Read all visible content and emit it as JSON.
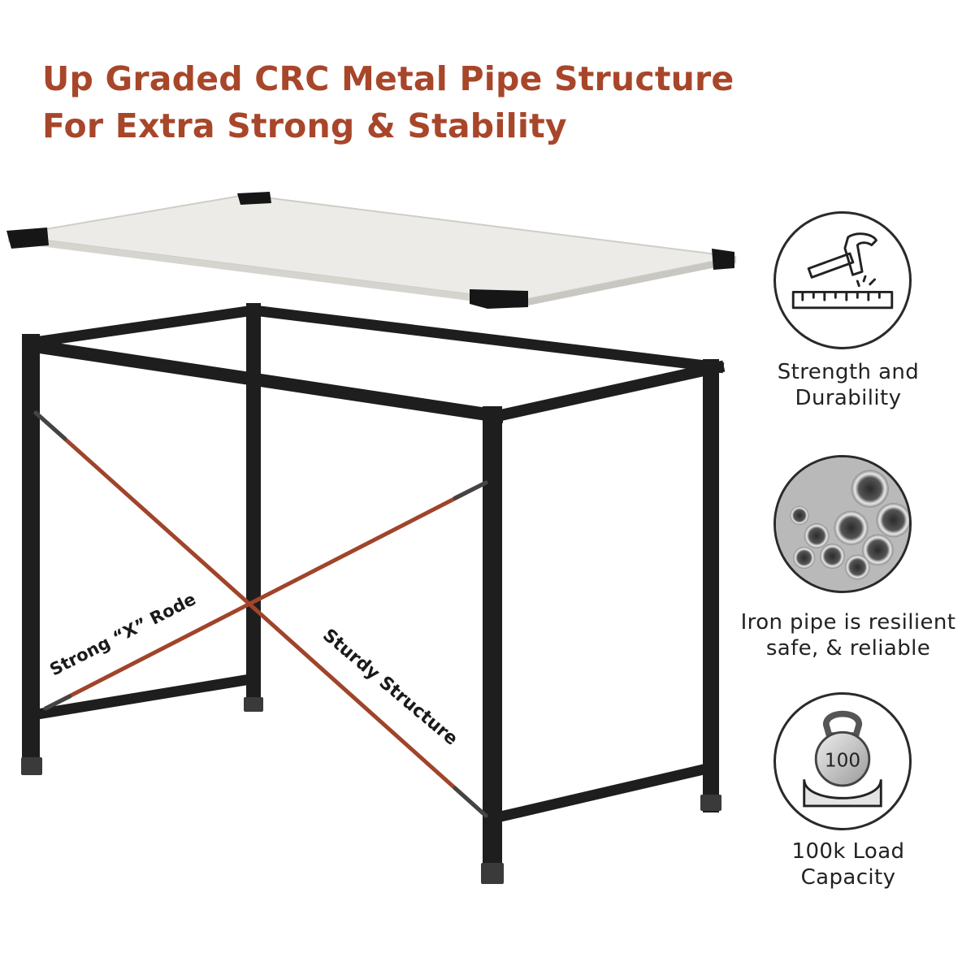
{
  "headline": {
    "line1": "Up Graded CRC Metal Pipe Structure",
    "line2": "For Extra Strong & Stability"
  },
  "desk_labels": {
    "x_rod": "Strong “X” Rode",
    "structure": "Sturdy Structure"
  },
  "features": [
    {
      "icon": "hammer-icon",
      "line1": "Strength and",
      "line2": "Durability"
    },
    {
      "icon": "pipes-icon",
      "line1": "Iron pipe is resilient",
      "line2": "safe, & reliable"
    },
    {
      "icon": "kettlebell-icon",
      "weight_label": "100",
      "line1": "100k Load",
      "line2": "Capacity"
    }
  ],
  "colors": {
    "accent": "#a8462a",
    "frame": "#1e1e1e",
    "tabletop": "#ecebe7",
    "rod": "#a0442a"
  }
}
